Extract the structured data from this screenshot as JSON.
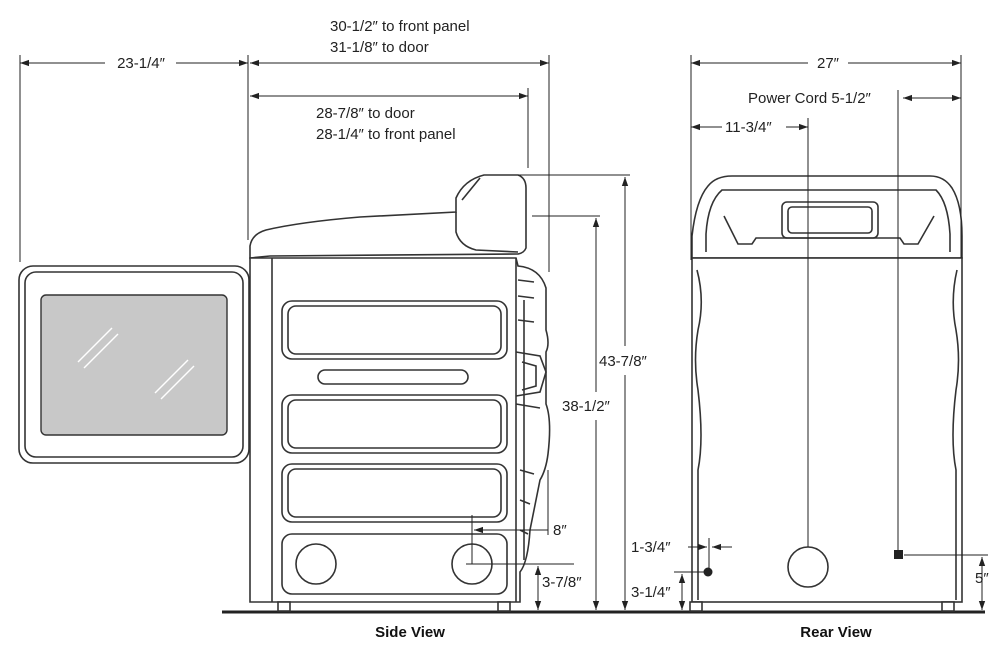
{
  "labels": {
    "door_width": "23-1/4″",
    "depth_front_panel_total": "30-1/2″ to front panel",
    "depth_door_total": "31-1/8″ to door",
    "depth_door": "28-7/8″ to door",
    "depth_front_panel": "28-1/4″ to front panel",
    "height_total": "43-7/8″",
    "height_cabinet": "38-1/2″",
    "offset_8": "8″",
    "offset_3_7_8": "3-7/8″",
    "width_total": "27″",
    "power_cord": "Power Cord 5-1/2″",
    "drain_offset": "11-3/4″",
    "offset_1_3_4": "1-3/4″",
    "offset_3_1_4": "3-1/4″",
    "offset_5": "5″"
  },
  "captions": {
    "side_view": "Side View",
    "rear_view": "Rear View"
  },
  "colors": {
    "line": "#222222",
    "glass": "#c8c8c8",
    "background": "#ffffff"
  }
}
